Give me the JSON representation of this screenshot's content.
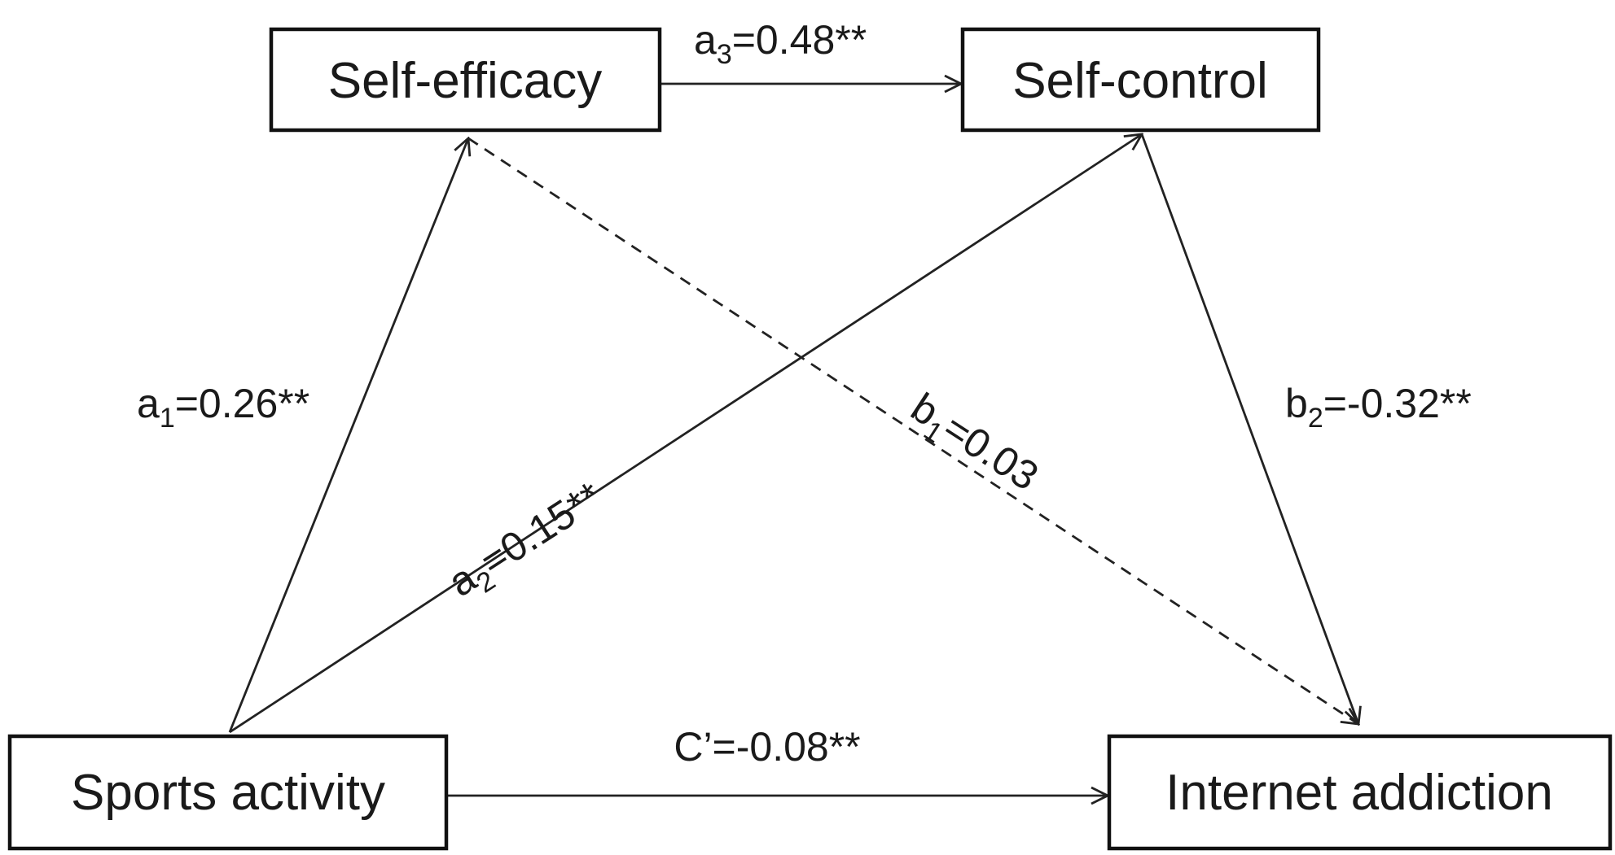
{
  "nodes": {
    "self_efficacy": "Self-efficacy",
    "self_control": "Self-control",
    "sports_activity": "Sports activity",
    "internet_addiction": "Internet addiction"
  },
  "paths": {
    "a1": {
      "base": "a",
      "sub": "1",
      "rest": "=0.26**"
    },
    "a2": {
      "base": "a",
      "sub": "2",
      "rest": "=0.15**"
    },
    "a3": {
      "base": "a",
      "sub": "3",
      "rest": "=0.48**"
    },
    "b1": {
      "base": "b",
      "sub": "1",
      "rest": "=0.03"
    },
    "b2": {
      "base": "b",
      "sub": "2",
      "rest": "=-0.32**"
    },
    "c_prime": "C’=-0.08**"
  },
  "styles": {
    "line_color": "#222222",
    "box_stroke": "#111111",
    "text_color": "#1a1a1a"
  }
}
